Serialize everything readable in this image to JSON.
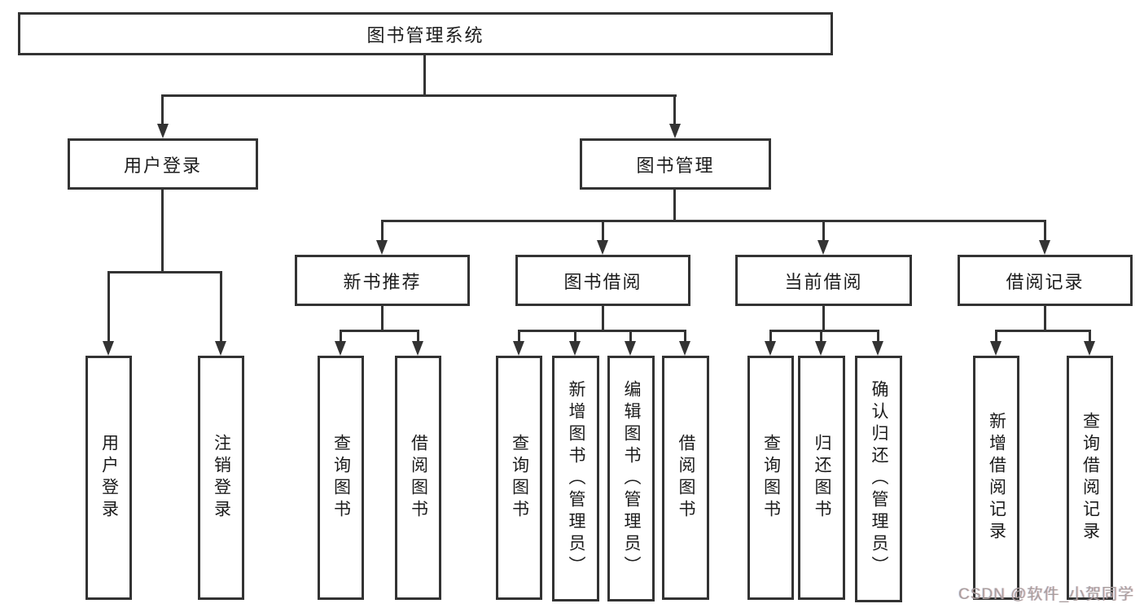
{
  "diagram": {
    "root": {
      "label": "图书管理系统"
    },
    "branches": [
      {
        "label": "用户登录",
        "children": [
          {
            "label": "用户登录"
          },
          {
            "label": "注销登录"
          }
        ]
      },
      {
        "label": "图书管理",
        "children": [
          {
            "label": "新书推荐",
            "children": [
              {
                "label": "查询图书"
              },
              {
                "label": "借阅图书"
              }
            ]
          },
          {
            "label": "图书借阅",
            "children": [
              {
                "label": "查询图书"
              },
              {
                "label": "新增图书（管理员）"
              },
              {
                "label": "编辑图书（管理员）"
              },
              {
                "label": "借阅图书"
              }
            ]
          },
          {
            "label": "当前借阅",
            "children": [
              {
                "label": "查询图书"
              },
              {
                "label": "归还图书"
              },
              {
                "label": "确认归还（管理员）"
              }
            ]
          },
          {
            "label": "借阅记录",
            "children": [
              {
                "label": "新增借阅记录"
              },
              {
                "label": "查询借阅记录"
              }
            ]
          }
        ]
      }
    ]
  },
  "watermark": {
    "text": "CSDN @软件_小贺同学"
  },
  "colors": {
    "line": "#333333",
    "box_border": "#333333",
    "text": "#1c1c1c",
    "background": "#ffffff",
    "watermark": "#a89e9e"
  }
}
